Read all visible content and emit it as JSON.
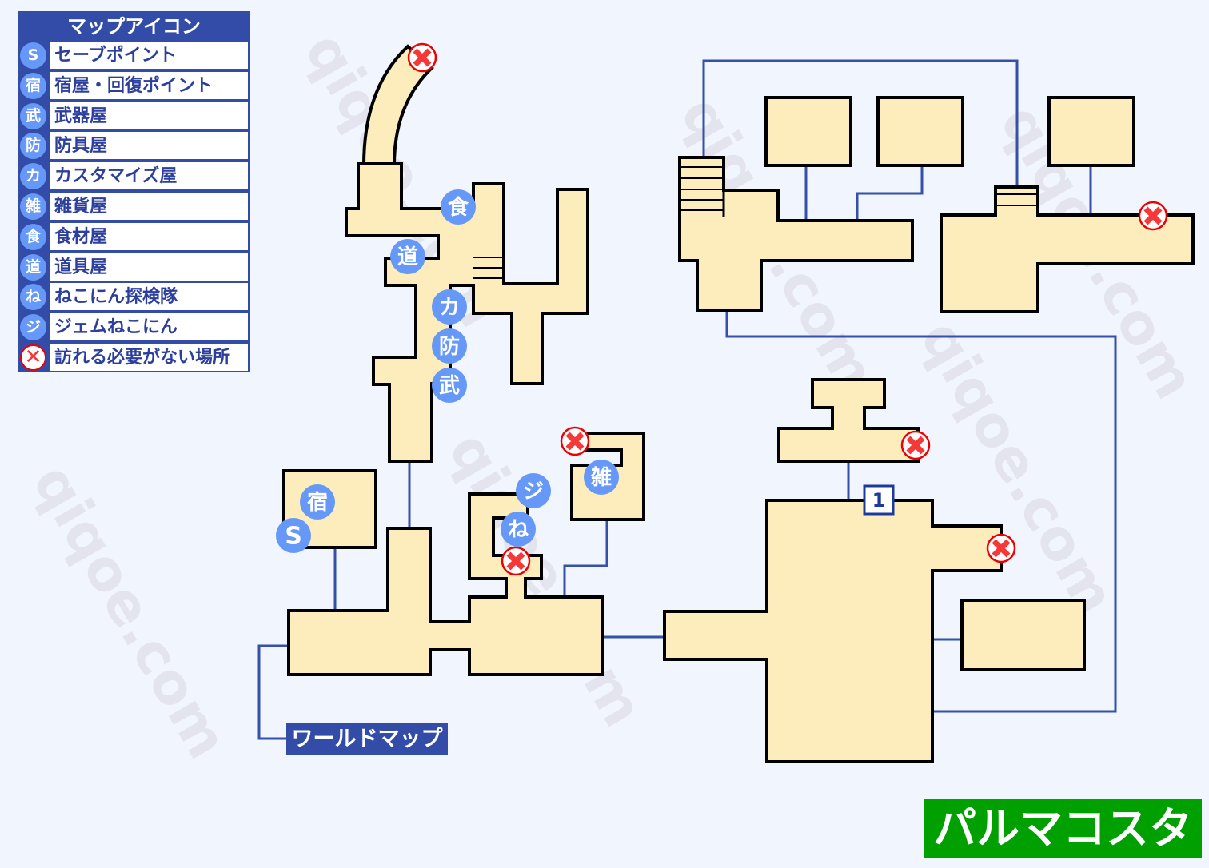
{
  "watermark": "qiqoe.com",
  "title": "パルマコスタ",
  "world_map_label": "ワールドマップ",
  "legend": {
    "title": "マップアイコン",
    "items": [
      {
        "icon": "S",
        "label": "セーブポイント"
      },
      {
        "icon": "宿",
        "label": "宿屋・回復ポイント"
      },
      {
        "icon": "武",
        "label": "武器屋"
      },
      {
        "icon": "防",
        "label": "防具屋"
      },
      {
        "icon": "カ",
        "label": "カスタマイズ屋"
      },
      {
        "icon": "雑",
        "label": "雑貨屋"
      },
      {
        "icon": "食",
        "label": "食材屋"
      },
      {
        "icon": "道",
        "label": "道具屋"
      },
      {
        "icon": "ね",
        "label": "ねこにん探検隊"
      },
      {
        "icon": "ジ",
        "label": "ジェムねこにん"
      },
      {
        "icon": "✕",
        "label": "訪れる必要がない場所"
      }
    ]
  },
  "markers": {
    "food": "食",
    "item": "道",
    "custom": "カ",
    "armor": "防",
    "weapon": "武",
    "inn": "宿",
    "save": "S",
    "gem": "ジ",
    "nekonin": "ね",
    "general": "雑"
  },
  "entrance_number": "1",
  "colors": {
    "room": "#fdedbd",
    "connector": "#3450a8",
    "marker": "#6698f8",
    "title_bg": "#00a000",
    "legend_bg": "#334ca8",
    "no_visit": "#ee0000"
  }
}
